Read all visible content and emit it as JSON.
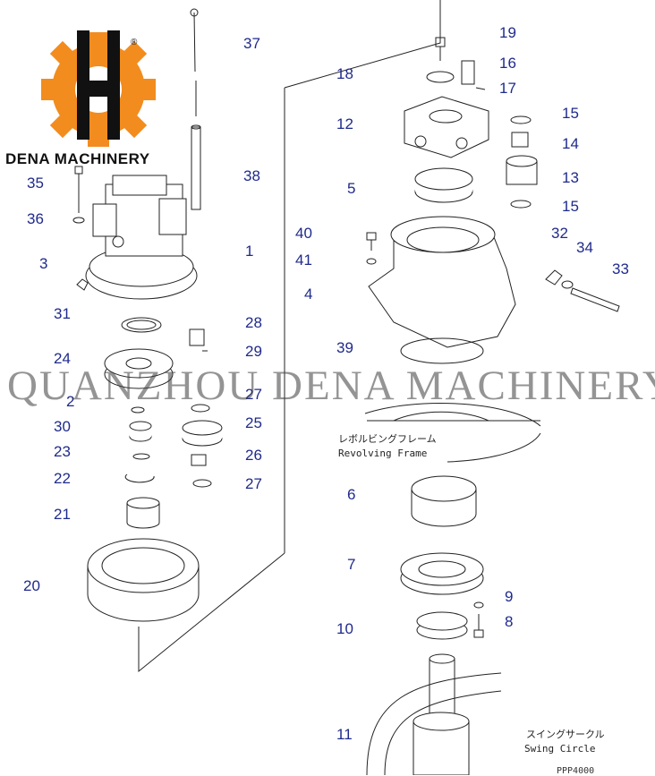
{
  "brand": {
    "name": "DENA MACHINERY",
    "registered_mark": "®",
    "logo_colors": {
      "gear": "#F28C1E",
      "letter": "#111111"
    }
  },
  "watermark": "QUANZHOU DENA MACHINERY",
  "labels": {
    "revolving_frame_jp": "レボルビングフレーム",
    "revolving_frame_en": "Revolving Frame",
    "swing_circle_jp": "スイングサークル",
    "swing_circle_en": "Swing Circle",
    "footer_code": "PPP4000"
  },
  "callouts": [
    {
      "id": "c37",
      "text": "37"
    },
    {
      "id": "c38",
      "text": "38"
    },
    {
      "id": "c35",
      "text": "35"
    },
    {
      "id": "c36",
      "text": "36"
    },
    {
      "id": "c1",
      "text": "1"
    },
    {
      "id": "c3",
      "text": "3"
    },
    {
      "id": "c31",
      "text": "31"
    },
    {
      "id": "c28",
      "text": "28"
    },
    {
      "id": "c29",
      "text": "29"
    },
    {
      "id": "c24",
      "text": "24"
    },
    {
      "id": "c27a",
      "text": "27"
    },
    {
      "id": "c2",
      "text": "2"
    },
    {
      "id": "c25",
      "text": "25"
    },
    {
      "id": "c30",
      "text": "30"
    },
    {
      "id": "c23",
      "text": "23"
    },
    {
      "id": "c26",
      "text": "26"
    },
    {
      "id": "c22",
      "text": "22"
    },
    {
      "id": "c27b",
      "text": "27"
    },
    {
      "id": "c21",
      "text": "21"
    },
    {
      "id": "c20",
      "text": "20"
    },
    {
      "id": "c19",
      "text": "19"
    },
    {
      "id": "c18",
      "text": "18"
    },
    {
      "id": "c16",
      "text": "16"
    },
    {
      "id": "c17",
      "text": "17"
    },
    {
      "id": "c12",
      "text": "12"
    },
    {
      "id": "c15a",
      "text": "15"
    },
    {
      "id": "c14",
      "text": "14"
    },
    {
      "id": "c13",
      "text": "13"
    },
    {
      "id": "c5",
      "text": "5"
    },
    {
      "id": "c15b",
      "text": "15"
    },
    {
      "id": "c40",
      "text": "40"
    },
    {
      "id": "c32",
      "text": "32"
    },
    {
      "id": "c41",
      "text": "41"
    },
    {
      "id": "c34",
      "text": "34"
    },
    {
      "id": "c33",
      "text": "33"
    },
    {
      "id": "c4",
      "text": "4"
    },
    {
      "id": "c39",
      "text": "39"
    },
    {
      "id": "c6",
      "text": "6"
    },
    {
      "id": "c7",
      "text": "7"
    },
    {
      "id": "c9",
      "text": "9"
    },
    {
      "id": "c10",
      "text": "10"
    },
    {
      "id": "c8",
      "text": "8"
    },
    {
      "id": "c11",
      "text": "11"
    }
  ]
}
